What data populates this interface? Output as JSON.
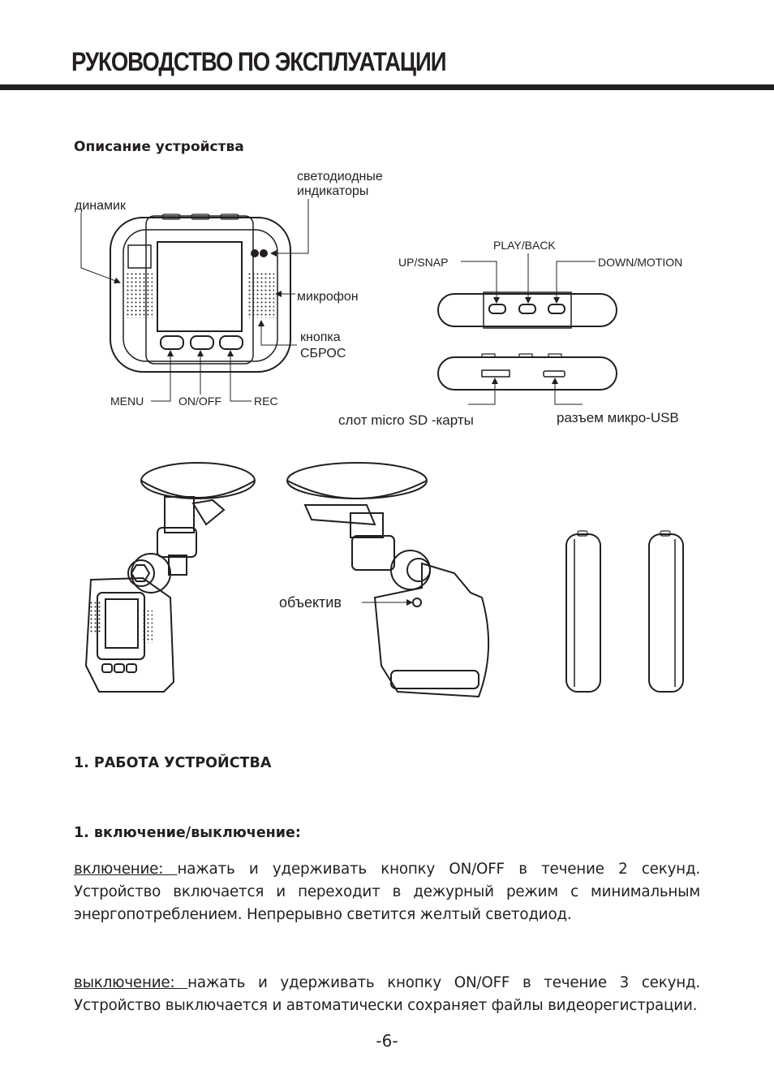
{
  "header": {
    "title": "РУКОВОДСТВО ПО ЭКСПЛУАТАЦИИ"
  },
  "device_section": {
    "heading": "Описание устройства",
    "labels": {
      "speaker": "динамик",
      "leds_line1": "светодиодные",
      "leds_line2": "индикаторы",
      "microphone": "микрофон",
      "reset_line1": "кнопка",
      "reset_line2": "СБРОС",
      "menu": "MENU",
      "onoff": "ON/OFF",
      "rec": "REC",
      "upsnap": "UP/SNAP",
      "playback": "PLAY/BACK",
      "downmotion": "DOWN/MOTION",
      "sd_slot": "слот micro SD -карты",
      "usb_port": "разъем микро-USB",
      "lens": "объектив"
    }
  },
  "operation": {
    "heading": "1. РАБОТА УСТРОЙСТВА",
    "subheading": "1. включение/выключение:",
    "power_on": {
      "lead": "включение: ",
      "text": "нажать и удерживать кнопку ON/OFF в течение 2 секунд. Устройство включается и переходит в дежурный режим с минимальным энергопотреблением. Непрерывно светится желтый светодиод."
    },
    "power_off": {
      "lead": "выключение: ",
      "text": "нажать и удерживать кнопку ON/OFF в течение 3 секунд. Устройство выключается и автоматически сохраняет файлы видеорегистрации."
    }
  },
  "footer": {
    "page_number": "-6-"
  }
}
